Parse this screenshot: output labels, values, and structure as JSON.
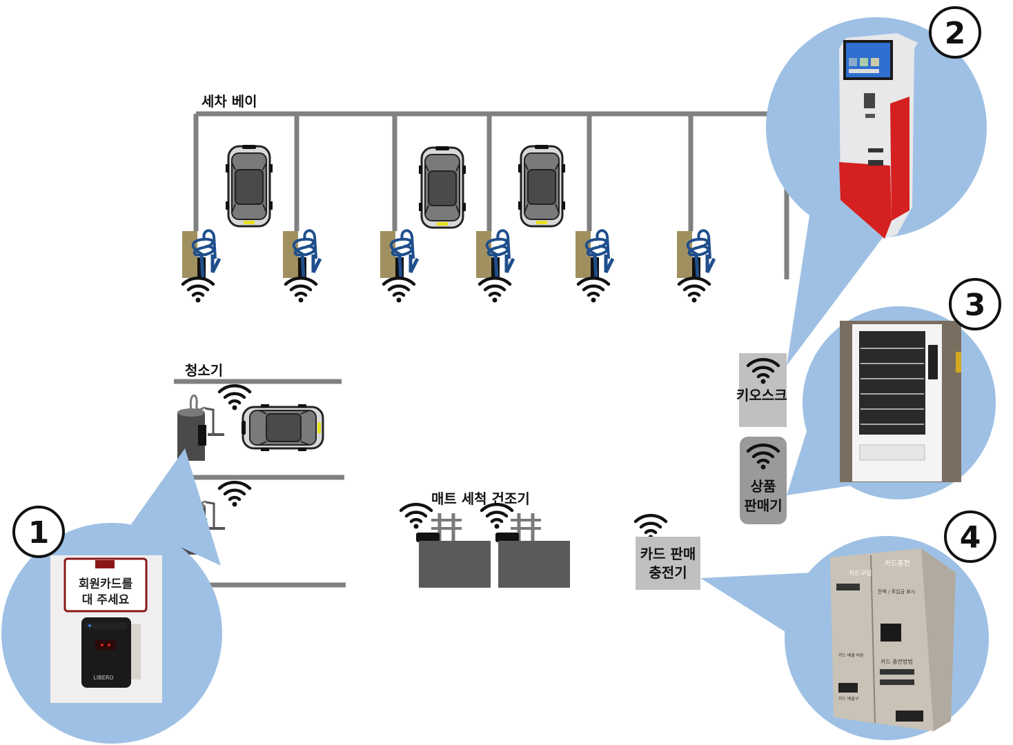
{
  "labels": {
    "wash_bay": "세차 베이",
    "vacuum": "청소기",
    "mat_washer": "매트 세척 건조기",
    "kiosk": "키오스크",
    "vending_line1": "상품",
    "vending_line2": "판매기",
    "card_line1": "카드 판매",
    "card_line2": "충전기"
  },
  "callouts": {
    "c1": "1",
    "c2": "2",
    "c3": "3",
    "c4": "4"
  },
  "photo_text": {
    "member_card_line1": "회원카드를",
    "member_card_line2": "대 주세요",
    "reader_brand": "LIBERO",
    "card_machine_left": "카드구입",
    "card_machine_right": "카드충전",
    "card_machine_sub": "잔액 / 투입금 표시",
    "card_charge_method": "카드 충전방법",
    "card_exit": "카드 배출구",
    "card_button": "카드 배출 버튼"
  },
  "icons": {
    "wifi": "wifi-icon",
    "car": "car-icon",
    "hose": "hose-icon"
  },
  "colors": {
    "frame": "#808080",
    "bubble": "#9ec0e4",
    "hose": "#1f4e8c",
    "wall": "#a09060",
    "box": "#c0c0c0",
    "machine": "#5a5a5a",
    "kiosk_red": "#d42020"
  }
}
